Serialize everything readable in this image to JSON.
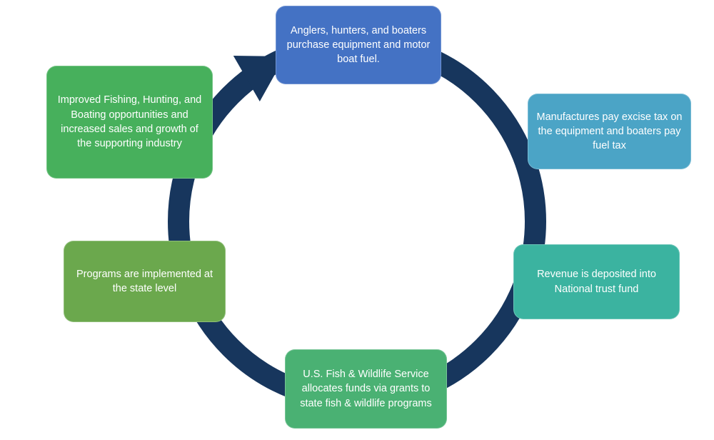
{
  "diagram": {
    "type": "cycle",
    "background_color": "#FFFFFF",
    "ring_color": "#17365D",
    "text_color": "#FFFFFF",
    "arrow_icon": "clockwise-arrowhead",
    "boxes": [
      {
        "id": "purchase",
        "position": "top",
        "color": "#4472C4",
        "text": "Anglers, hunters, and boaters purchase equipment and motor boat fuel."
      },
      {
        "id": "excise-tax",
        "position": "upper-right",
        "color": "#4BA4C6",
        "text": "Manufactures pay excise tax on the equipment and boaters pay fuel tax"
      },
      {
        "id": "trust-fund",
        "position": "lower-right",
        "color": "#3BB3A0",
        "text": "Revenue is deposited into National trust fund"
      },
      {
        "id": "grants",
        "position": "bottom",
        "color": "#4AB173",
        "text": "U.S. Fish & Wildlife Service allocates funds via grants to state fish & wildlife programs"
      },
      {
        "id": "state-programs",
        "position": "lower-left",
        "color": "#6BA84D",
        "text": "Programs are implemented at the state level"
      },
      {
        "id": "improved-opportunities",
        "position": "upper-left",
        "color": "#47B05C",
        "text": "Improved Fishing, Hunting, and Boating opportunities and increased sales and growth of the supporting industry"
      }
    ]
  }
}
